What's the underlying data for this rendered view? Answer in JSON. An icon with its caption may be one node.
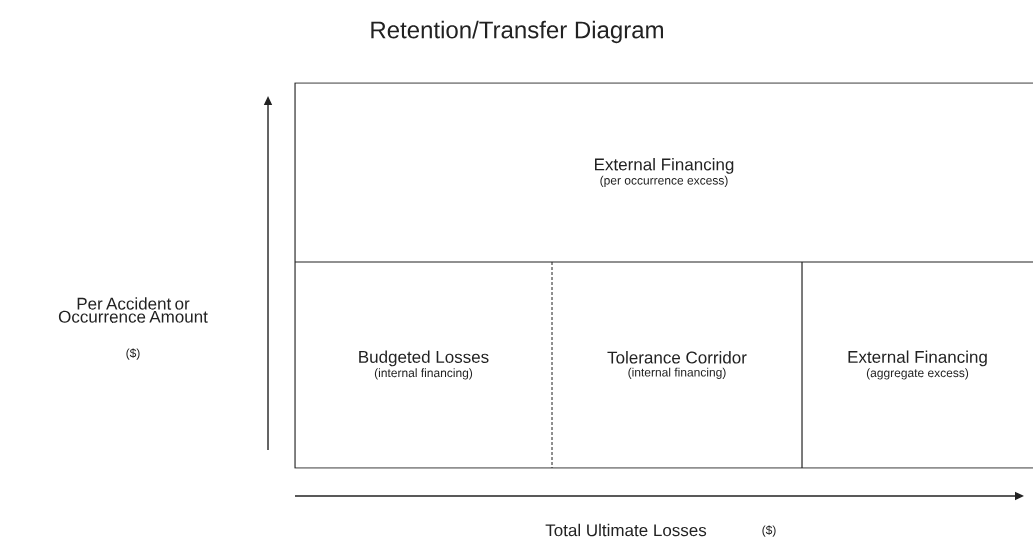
{
  "diagram": {
    "title": "Retention/Transfer Diagram",
    "nodes": [
      {
        "text": [
          "External Financing",
          "(per occurrence excess)"
        ]
      },
      {
        "text": [
          "Budgeted Losses",
          "(internal financing)"
        ]
      },
      {
        "text": [
          "Tolerance Corridor",
          "(internal financing)"
        ]
      },
      {
        "text": [
          "External Financing",
          "(aggregate excess)"
        ]
      }
    ],
    "labels": [
      "Per Accident or Occurrence Amount",
      "($)",
      "Total Ultimate Losses",
      "($)"
    ]
  }
}
